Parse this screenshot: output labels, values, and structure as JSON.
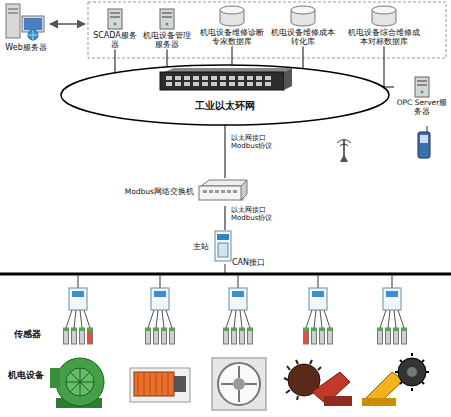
{
  "diagram": {
    "nodes": [
      {
        "text": [
          "Web服务器"
        ]
      },
      {
        "text": [
          "SCADA服务器"
        ]
      },
      {
        "text": [
          "机电设备管理服务器"
        ]
      },
      {
        "text": [
          "机电设备维修诊断专家数据库"
        ]
      },
      {
        "text": [
          "机电设备维修成本转化库"
        ]
      },
      {
        "text": [
          "机电设备综合维修成本对标数据库"
        ]
      },
      {
        "text": [
          "工业以太环网"
        ]
      },
      {
        "text": [
          "OPC Server服务器"
        ]
      },
      {
        "text": [
          "Modbus网络交换机"
        ]
      },
      {
        "text": [
          "主站"
        ]
      }
    ],
    "edges": [
      {
        "from": 1,
        "to": 6,
        "arrow": "none"
      },
      {
        "from": 2,
        "to": 6,
        "arrow": "none"
      },
      {
        "from": 3,
        "to": 6,
        "arrow": "none"
      },
      {
        "from": 4,
        "to": 6,
        "arrow": "none"
      },
      {
        "from": 5,
        "to": 6,
        "arrow": "none"
      },
      {
        "from": 7,
        "to": 6,
        "arrow": "none"
      },
      {
        "from": 6,
        "to": 8,
        "label": "以太网接口 Modbus协议",
        "arrow": "none"
      },
      {
        "from": 8,
        "to": 9,
        "label": "以太网接口 Modbus协议",
        "arrow": "none"
      }
    ],
    "labels": [
      "CAN接口",
      "传感器",
      "机电设备"
    ]
  }
}
